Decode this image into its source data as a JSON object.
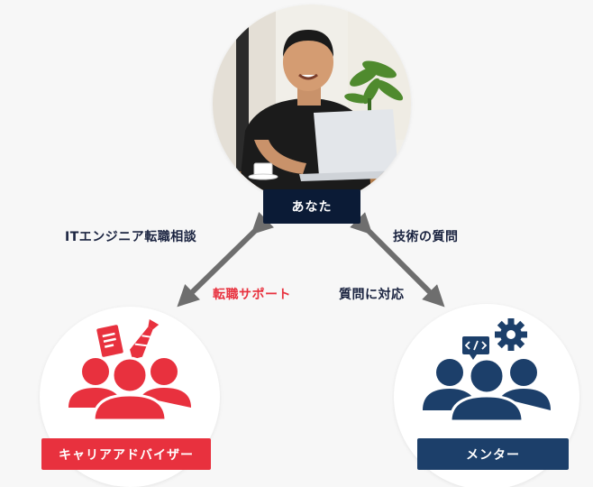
{
  "nodes": {
    "you": {
      "label": "あなた"
    },
    "advisor": {
      "label": "キャリアアドバイザー"
    },
    "mentor": {
      "label": "メンター"
    }
  },
  "edges": {
    "you_advisor": {
      "outer_label": "ITエンジニア転職相談",
      "inner_label": "転職サポート"
    },
    "you_mentor": {
      "outer_label": "技術の質問",
      "inner_label": "質問に対応"
    }
  },
  "icons": {
    "advisor_group": "people-group-icon",
    "document": "document-icon",
    "necktie": "necktie-icon",
    "mentor_group": "people-group-icon",
    "code": "code-bubble-icon",
    "gear": "gear-icon"
  },
  "colors": {
    "navy": "#0b1b36",
    "red": "#e8313e",
    "blue": "#1c3f6a",
    "arrow": "#6e6e6e"
  }
}
